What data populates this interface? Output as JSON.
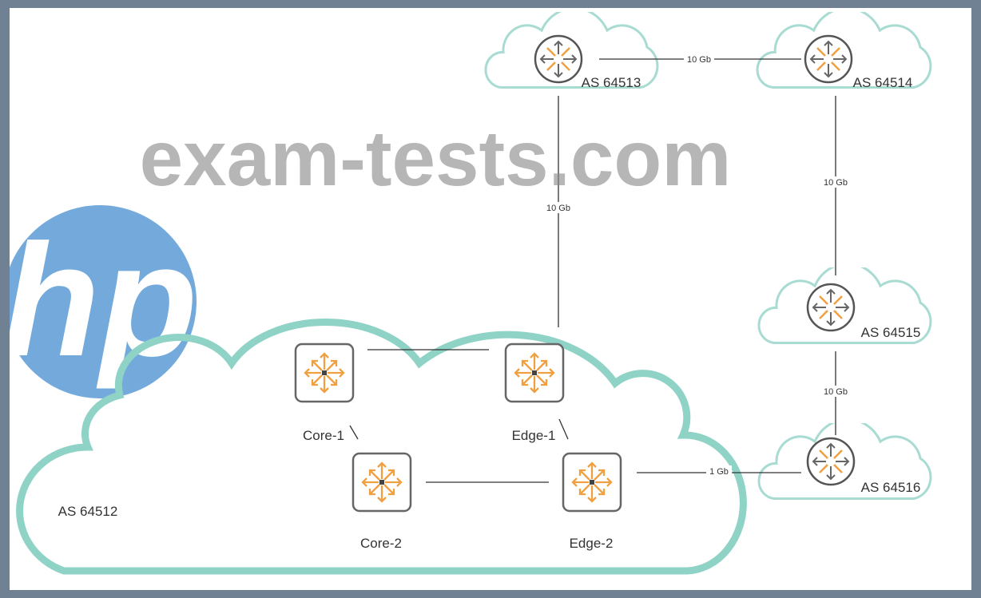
{
  "colors": {
    "cloud": "#a8dbd2",
    "hp_blue": "#5b9bd5",
    "switch_arrow": "#f0a040",
    "frame": "#6f8193"
  },
  "logo": {
    "text": "hp"
  },
  "watermark": {
    "text": "exam-tests.com"
  },
  "main_as": {
    "label": "AS 64512"
  },
  "devices": {
    "core1": {
      "label": "Core-1"
    },
    "core2": {
      "label": "Core-2"
    },
    "edge1": {
      "label": "Edge-1"
    },
    "edge2": {
      "label": "Edge-2"
    }
  },
  "external_as": {
    "as64513": {
      "label": "AS 64513"
    },
    "as64514": {
      "label": "AS 64514"
    },
    "as64515": {
      "label": "AS 64515"
    },
    "as64516": {
      "label": "AS 64516"
    }
  },
  "links": {
    "as64513_as64514": "10 Gb",
    "edge1_as64513": "10 Gb",
    "as64514_as64515": "10 Gb",
    "as64515_as64516": "10 Gb",
    "edge2_as64516": "1 Gb"
  }
}
